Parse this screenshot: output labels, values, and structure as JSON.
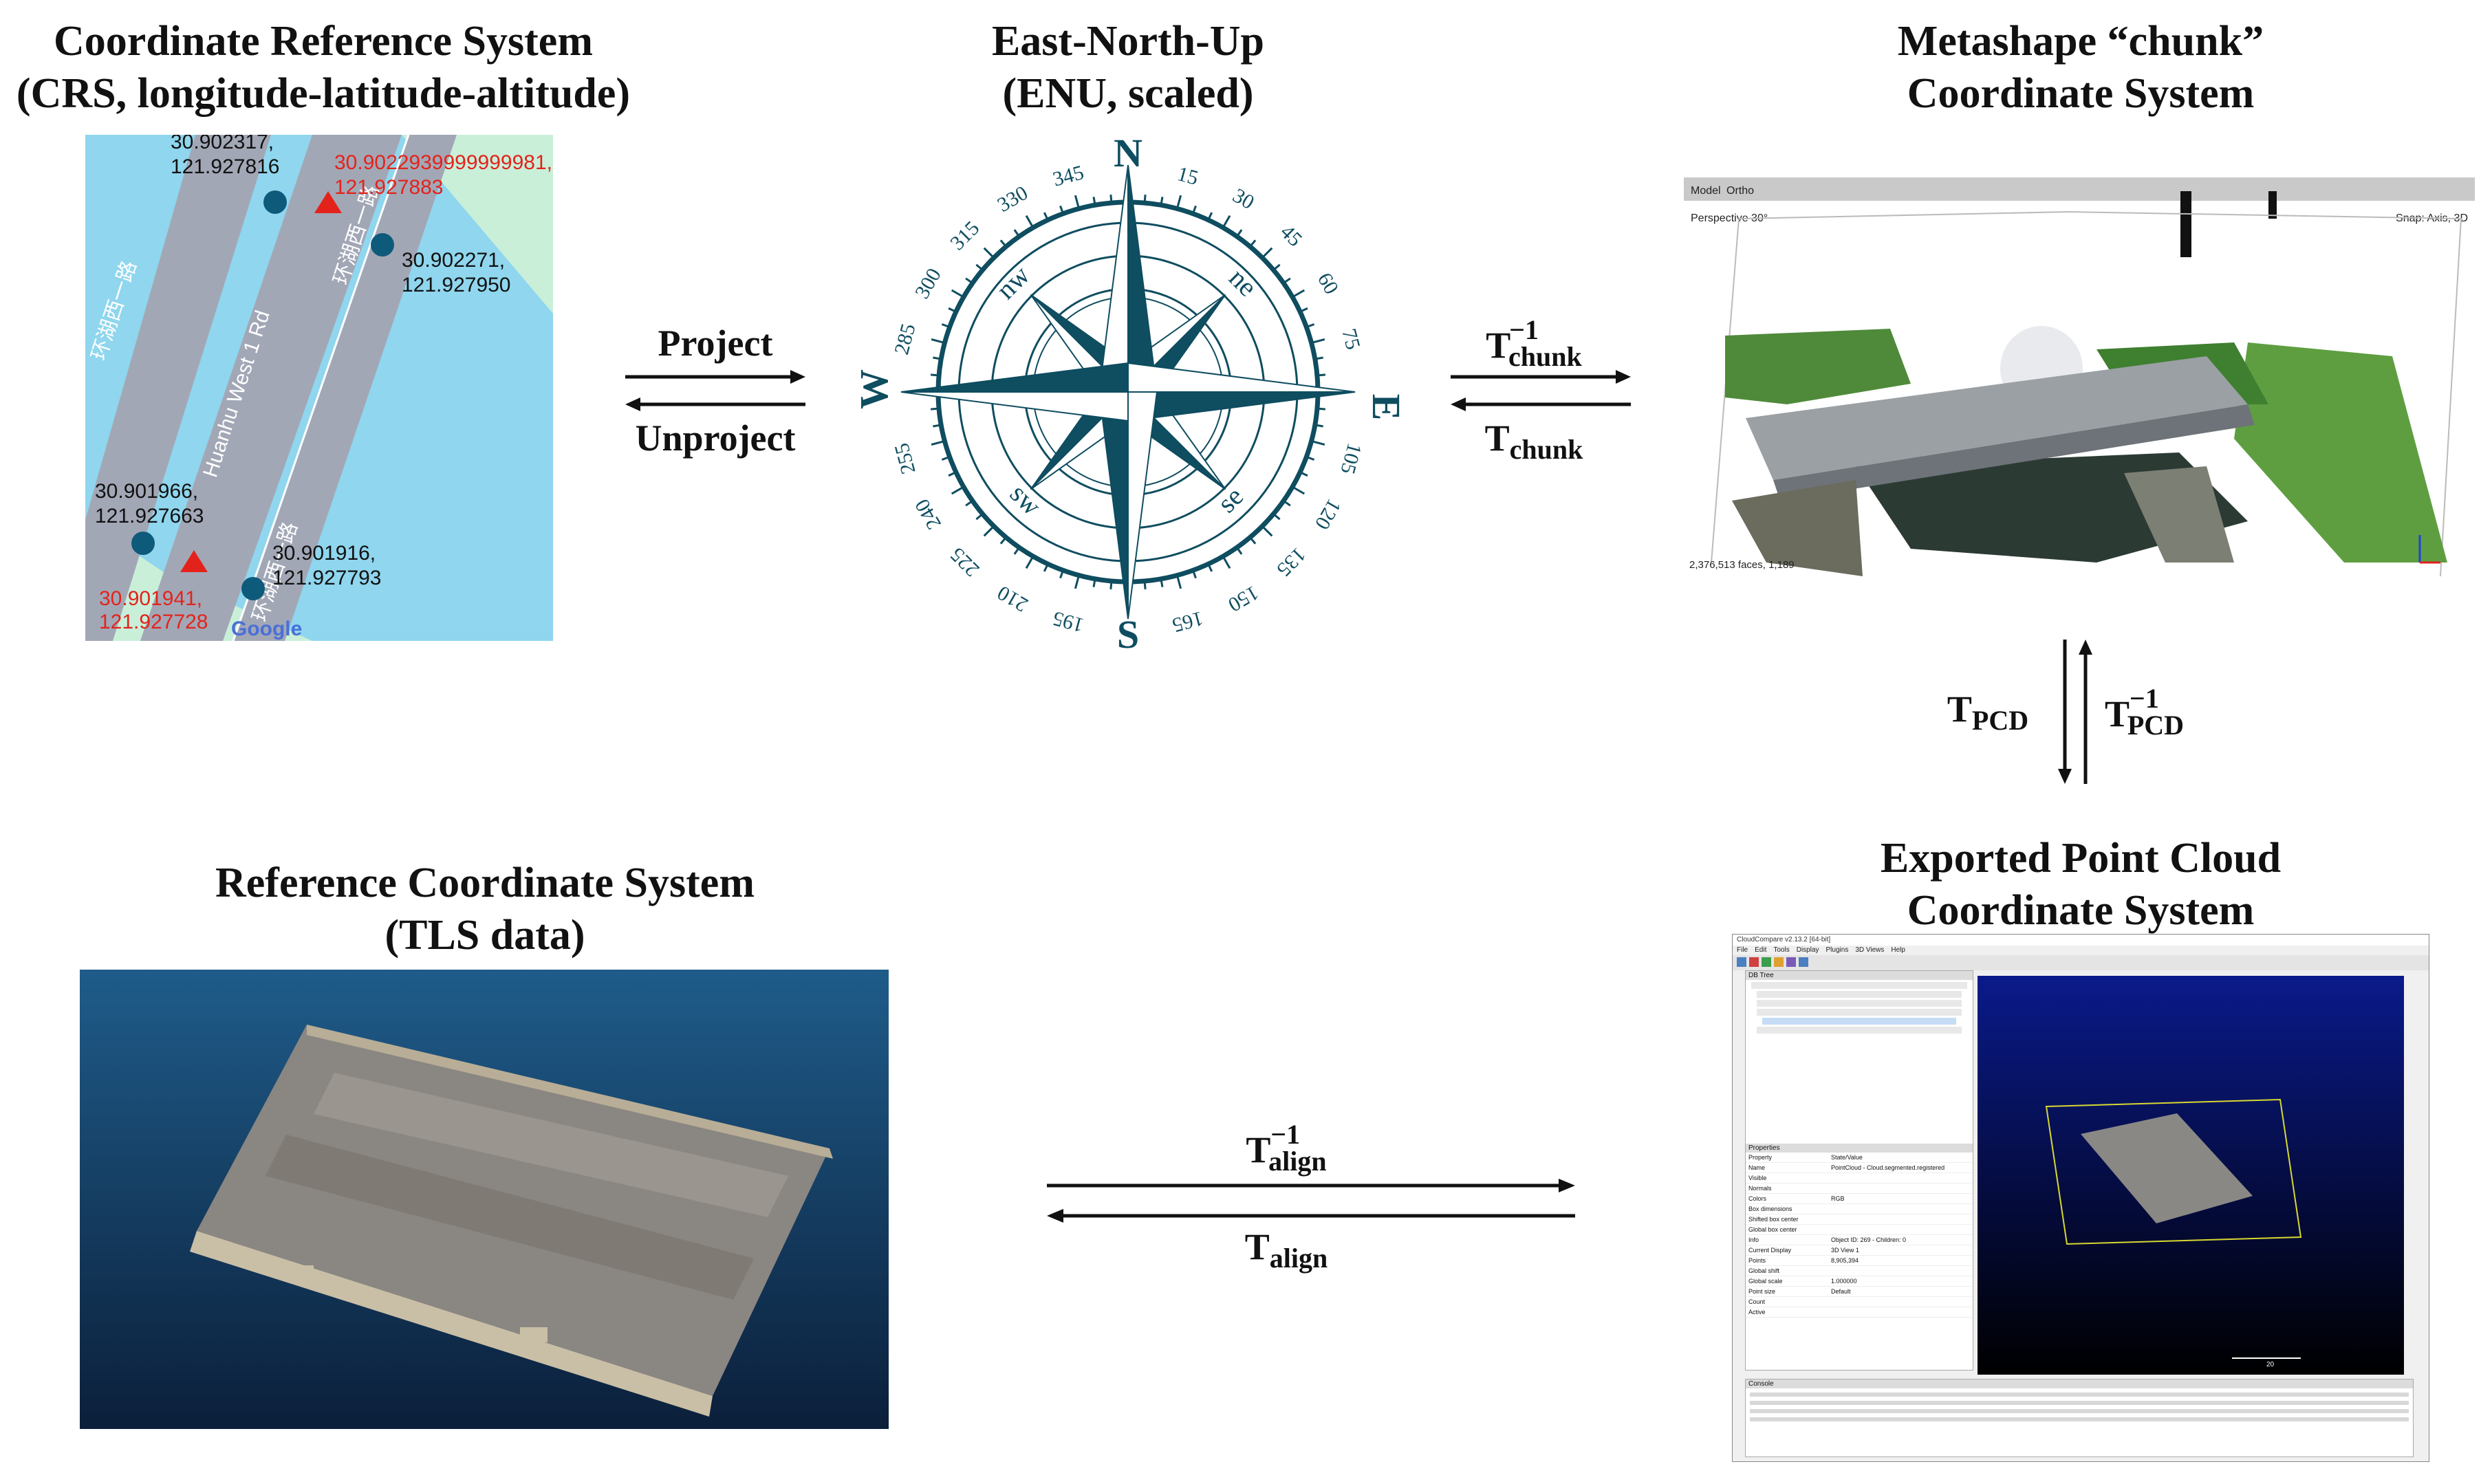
{
  "titles": {
    "crs": [
      "Coordinate Reference System",
      "(CRS, longitude-latitude-altitude)"
    ],
    "enu": [
      "East-North-Up",
      "(ENU, scaled)"
    ],
    "chunk": [
      "Metashape “chunk”",
      "Coordinate System"
    ],
    "reference": [
      "Reference Coordinate System",
      "(TLS data)"
    ],
    "exported": [
      "Exported Point Cloud",
      "Coordinate System"
    ]
  },
  "arrows": {
    "project": "Project",
    "unproject": "Unproject",
    "t_chunk_inv": {
      "base": "T",
      "sub": "chunk",
      "sup": "−1"
    },
    "t_chunk": {
      "base": "T",
      "sub": "chunk"
    },
    "t_pcd": {
      "base": "T",
      "sub": "PCD"
    },
    "t_pcd_inv": {
      "base": "T",
      "sub": "PCD",
      "sup": "−1"
    },
    "t_align_inv": {
      "base": "T",
      "sub": "align",
      "sup": "−1"
    },
    "t_align": {
      "base": "T",
      "sub": "align"
    }
  },
  "map": {
    "points": [
      {
        "text": [
          "30.902317,",
          "121.927816"
        ],
        "kind": "circle"
      },
      {
        "text": [
          "30.9022939999999981,",
          "121.927883"
        ],
        "kind": "triangle"
      },
      {
        "text": [
          "30.902271,",
          "121.927950"
        ],
        "kind": "circle"
      },
      {
        "text": [
          "30.901966,",
          "121.927663"
        ],
        "kind": "circle"
      },
      {
        "text": [
          "30.901916,",
          "121.927793"
        ],
        "kind": "circle"
      },
      {
        "text": [
          "30.901941,",
          "121.927728"
        ],
        "kind": "triangle"
      }
    ],
    "road_labels": [
      "环湖西一路",
      "Huanhu West 1 Rd",
      "环湖西一路",
      "环湖西一路"
    ],
    "logo": "Google",
    "colors": {
      "water": "#8fd6ee",
      "land": "#c9efd9",
      "road": "#a2a7b6",
      "circle": "#0e5a7a",
      "triangle": "#e3231b",
      "red_text": "#e3231b"
    }
  },
  "compass": {
    "cardinals": {
      "n": "N",
      "e": "E",
      "s": "S",
      "w": "W"
    },
    "intercardinals": {
      "nw": "nw",
      "ne": "ne",
      "se": "se",
      "sw": "sw"
    },
    "degrees": [
      "15",
      "30",
      "45",
      "60",
      "75",
      "105",
      "120",
      "135",
      "150",
      "165",
      "195",
      "210",
      "225",
      "240",
      "255",
      "285",
      "300",
      "315",
      "330",
      "345"
    ],
    "color": "#0f4d60"
  },
  "metashape": {
    "tabs": [
      "Model",
      "Ortho"
    ],
    "perspective": "Perspective 30°",
    "snap": "Snap: Axis, 3D",
    "footer": "2,376,513 faces, 1,189"
  },
  "cloudcompare": {
    "title": "CloudCompare v2.13.2 [64-bit]",
    "menus": [
      "File",
      "Edit",
      "Tools",
      "Display",
      "Plugins",
      "3D Views",
      "Help"
    ],
    "db_tree_title": "DB Tree",
    "properties_title": "Properties",
    "property_rows": [
      [
        "Property",
        "State/Value"
      ],
      [
        "Name",
        "PointCloud - Cloud.segmented.registered"
      ],
      [
        "Visible",
        ""
      ],
      [
        "Normals",
        ""
      ],
      [
        "Colors",
        "RGB"
      ],
      [
        "Box dimensions",
        ""
      ],
      [
        "Shifted box center",
        ""
      ],
      [
        "Global box center",
        ""
      ],
      [
        "Info",
        "Object ID: 269 - Children: 0"
      ],
      [
        "Current Display",
        "3D View 1"
      ],
      [
        "Points",
        "8,905,394"
      ],
      [
        "Global shift",
        ""
      ],
      [
        "Global scale",
        "1.000000"
      ],
      [
        "Point size",
        "Default"
      ],
      [
        "Count",
        ""
      ],
      [
        "Active",
        ""
      ]
    ],
    "console_title": "Console",
    "scale": "20"
  }
}
